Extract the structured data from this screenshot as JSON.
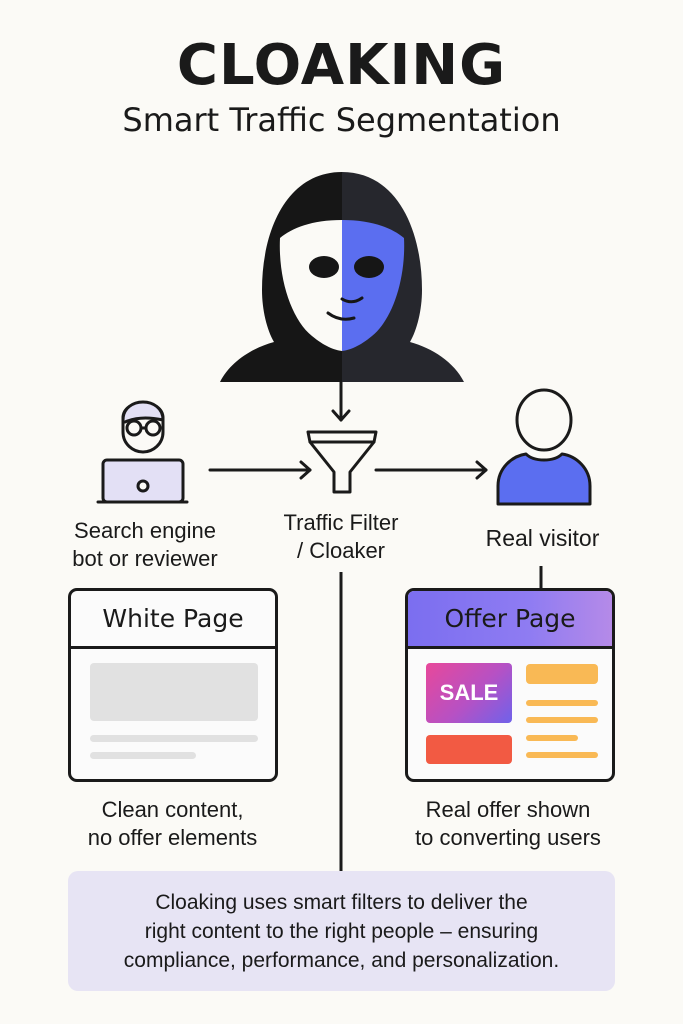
{
  "header": {
    "title": "CLOAKING",
    "subtitle": "Smart Traffic Segmentation"
  },
  "icons": {
    "hooded_figure": "hooded-masked-figure-icon",
    "bot": "search-bot-reviewer-icon",
    "filter": "funnel-filter-icon",
    "visitor": "real-visitor-icon"
  },
  "nodes": {
    "bot": {
      "line1": "Search engine",
      "line2": "bot or reviewer"
    },
    "filter": {
      "line1": "Traffic Filter",
      "line2": "/ Cloaker"
    },
    "visitor": {
      "label": "Real visitor"
    }
  },
  "cards": {
    "white": {
      "title": "White Page",
      "caption_line1": "Clean content,",
      "caption_line2": "no offer elements"
    },
    "offer": {
      "title": "Offer Page",
      "badge": "SALE",
      "caption_line1": "Real offer shown",
      "caption_line2": "to converting users"
    }
  },
  "summary": {
    "line1": "Cloaking uses smart filters to deliver the",
    "line2": "right content to the right people – ensuring",
    "line3": "compliance, performance, and personalization."
  },
  "colors": {
    "accent_blue": "#5b6ef0",
    "offer_header": "#8b7cf2",
    "sale_gradient_start": "#e8489a",
    "sale_gradient_end": "#6f62ea",
    "cta_red": "#f25a43",
    "line_orange": "#f9b955",
    "placeholder_gray": "#e1e1e1",
    "summary_bg": "#e7e4f4",
    "laptop_fill": "#e3e0f5"
  }
}
